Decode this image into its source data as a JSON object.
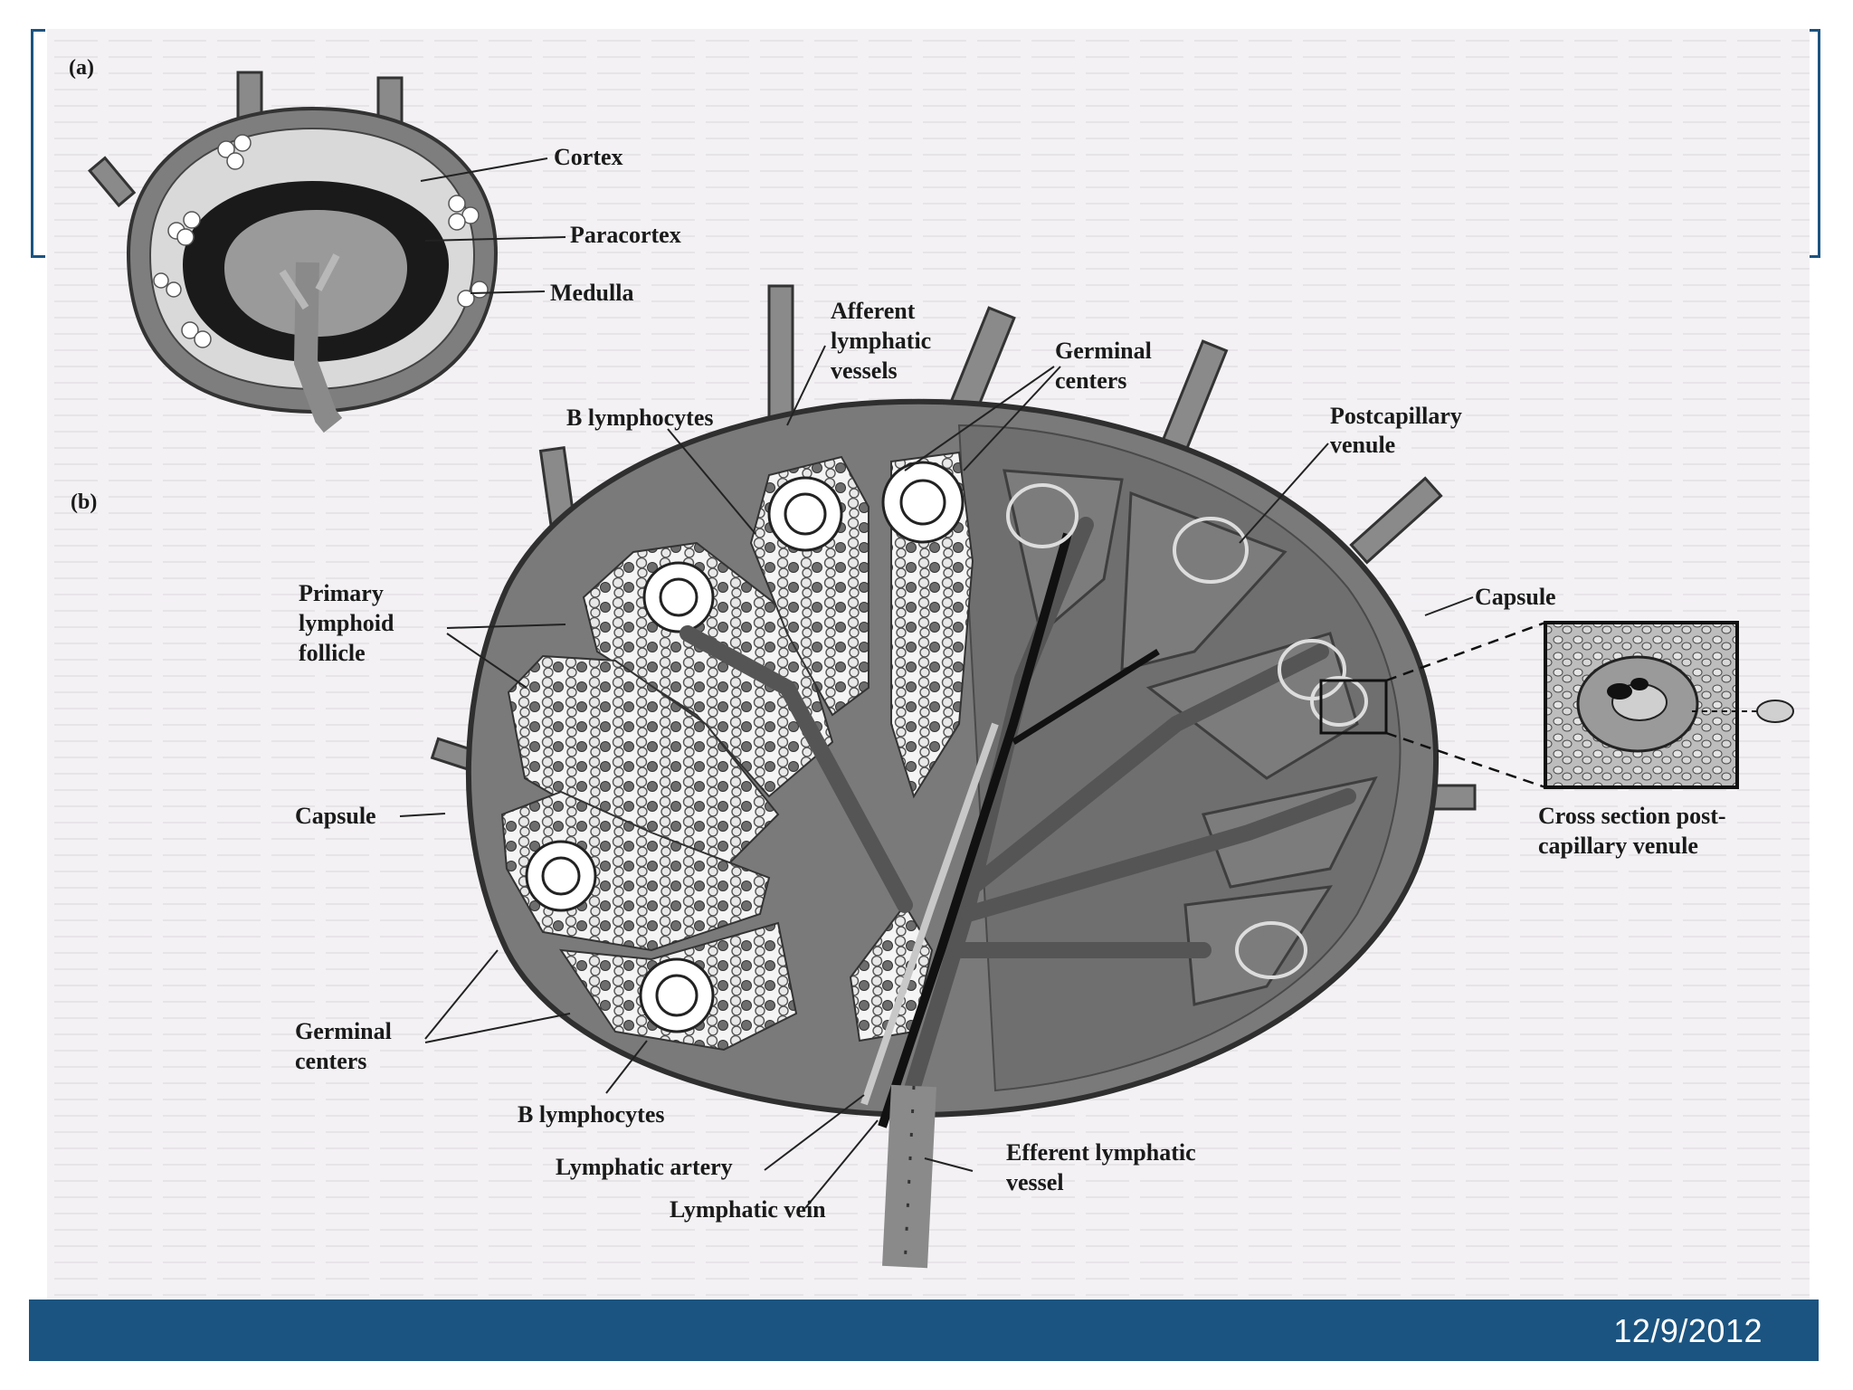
{
  "panel_a": {
    "tag": "(a)",
    "labels": {
      "cortex": "Cortex",
      "paracortex": "Paracortex",
      "medulla": "Medulla"
    }
  },
  "panel_b": {
    "tag": "(b)",
    "labels": {
      "afferent_1": "Afferent",
      "afferent_2": "lymphatic",
      "afferent_3": "vessels",
      "germinal_top_1": "Germinal",
      "germinal_top_2": "centers",
      "b_lymph_top": "B lymphocytes",
      "postcap_1": "Postcapillary",
      "postcap_2": "venule",
      "primary_1": "Primary",
      "primary_2": "lymphoid",
      "primary_3": "follicle",
      "capsule_right": "Capsule",
      "capsule_left": "Capsule",
      "cross_1": "Cross section post-",
      "cross_2": "capillary venule",
      "germinal_bottom_1": "Germinal",
      "germinal_bottom_2": "centers",
      "b_lymph_bottom": "B lymphocytes",
      "lymph_artery": "Lymphatic artery",
      "efferent_1": "Efferent lymphatic",
      "efferent_2": "vessel",
      "lymph_vein": "Lymphatic vein"
    }
  },
  "footer": {
    "date": "12/9/2012"
  },
  "colors": {
    "footer_bar": "#1b5480",
    "node_fill": "#7a7a7a",
    "capsule": "#3a3a3a"
  }
}
